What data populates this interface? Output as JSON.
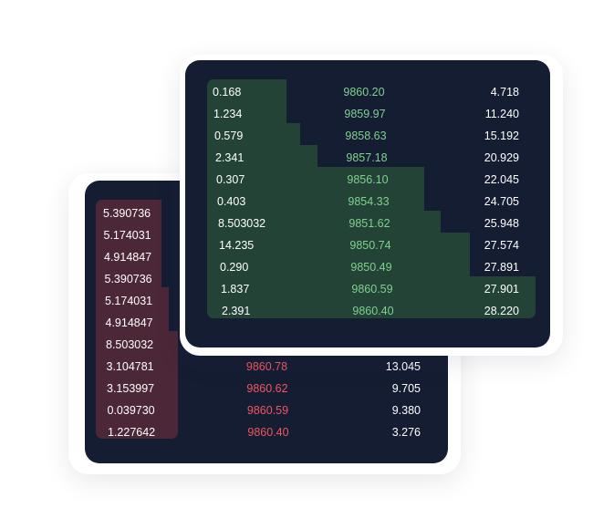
{
  "colors": {
    "panel": "#151d33",
    "buy_price": "#7fd18f",
    "sell_price": "#f0555f",
    "buy_depth": "#224336",
    "sell_depth": "#4b2737"
  },
  "sell_book": {
    "rows": [
      {
        "amount": "5.390736",
        "price": "",
        "total": ""
      },
      {
        "amount": "5.174031",
        "price": "",
        "total": ""
      },
      {
        "amount": "4.914847",
        "price": "",
        "total": ""
      },
      {
        "amount": "5.390736",
        "price": "",
        "total": ""
      },
      {
        "amount": "5.174031",
        "price": "",
        "total": ""
      },
      {
        "amount": "4.914847",
        "price": "",
        "total": ""
      },
      {
        "amount": "8.503032",
        "price": "",
        "total": ""
      },
      {
        "amount": "3.104781",
        "price": "9860.78",
        "total": "13.045"
      },
      {
        "amount": "3.153997",
        "price": "9860.62",
        "total": "9.705"
      },
      {
        "amount": "0.039730",
        "price": "9860.59",
        "total": "9.380"
      },
      {
        "amount": "1.227642",
        "price": "9860.40",
        "total": "3.276"
      }
    ]
  },
  "buy_book": {
    "rows": [
      {
        "amount": "0.168",
        "price": "9860.20",
        "total": "4.718"
      },
      {
        "amount": "1.234",
        "price": "9859.97",
        "total": "11.240"
      },
      {
        "amount": "0.579",
        "price": "9858.63",
        "total": "15.192"
      },
      {
        "amount": "2.341",
        "price": "9857.18",
        "total": "20.929"
      },
      {
        "amount": "0.307",
        "price": "9856.10",
        "total": "22.045"
      },
      {
        "amount": "0.403",
        "price": "9854.33",
        "total": "24.705"
      },
      {
        "amount": "8.503032",
        "price": "9851.62",
        "total": "25.948"
      },
      {
        "amount": "14.235",
        "price": "9850.74",
        "total": "27.574"
      },
      {
        "amount": "0.290",
        "price": "9850.49",
        "total": "27.891"
      },
      {
        "amount": "1.837",
        "price": "9860.59",
        "total": "27.901"
      },
      {
        "amount": "2.391",
        "price": "9860.40",
        "total": "28.220"
      }
    ]
  }
}
